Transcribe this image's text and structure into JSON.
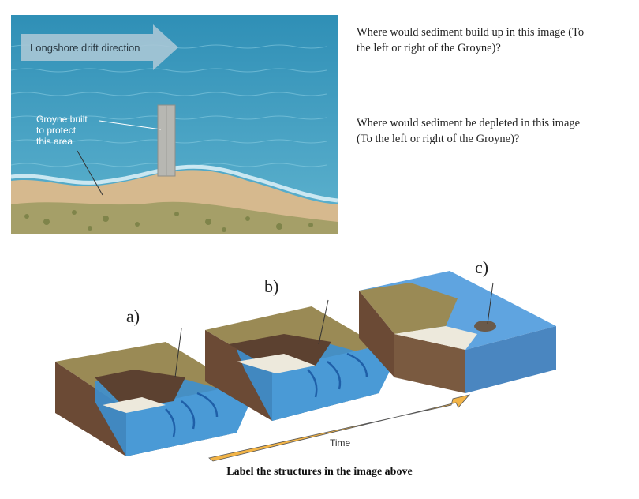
{
  "groyne_figure": {
    "arrow_label": "Longshore drift direction",
    "groyne_label_lines": [
      "Groyne built",
      "to protect",
      "this area"
    ]
  },
  "questions": {
    "q1_line1": "Where would sediment build up in this image (To",
    "q1_line2": "the left or right of the Groyne)?",
    "q2_line1": "Where would sediment be depleted in this image",
    "q2_line2": "(To the left or right of the Groyne)?"
  },
  "erosion_figure": {
    "labels": [
      "a)",
      "b)",
      "c)"
    ],
    "time_label": "Time"
  },
  "instruction": "Label the structures in the image above",
  "colors": {
    "sea": "#3f9cc0",
    "sand": "#d6b98e",
    "grass": "#9a9a5a",
    "rock": "#6b4a35",
    "arrow": "#f2b447"
  }
}
